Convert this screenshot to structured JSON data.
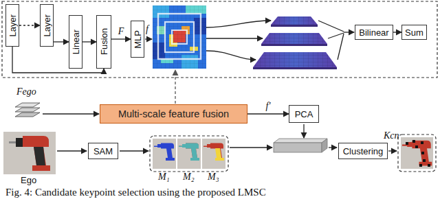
{
  "diagram": {
    "caption": "Fig. 4: Candidate keypoint selection using the proposed LMSC",
    "nodes": [
      {
        "text": [
          "Layer"
        ]
      },
      {
        "text": [
          "Layer"
        ]
      },
      {
        "text": [
          "Linear"
        ]
      },
      {
        "text": [
          "Fusion"
        ]
      },
      {
        "text": [
          "MLP"
        ]
      },
      {
        "text": [
          "Bilinear"
        ]
      },
      {
        "text": [
          "Sum"
        ]
      },
      {
        "text": [
          "Multi-scale feature fusion"
        ]
      },
      {
        "text": [
          "PCA"
        ]
      },
      {
        "text": [
          "SAM"
        ]
      },
      {
        "text": [
          "Clustering"
        ]
      }
    ],
    "edges": [
      {
        "from": 0,
        "to": 1,
        "arrow": "to"
      },
      {
        "from": 1,
        "to": 2,
        "arrow": "to"
      },
      {
        "from": 2,
        "to": 3,
        "arrow": "to"
      },
      {
        "from": 0,
        "to": 3,
        "arrow": "to"
      },
      {
        "from": 3,
        "to": 4,
        "label": "F",
        "arrow": "to"
      },
      {
        "from": 5,
        "to": 6,
        "arrow": "to"
      },
      {
        "from": 7,
        "to": 8,
        "label": "f′",
        "arrow": "to"
      }
    ],
    "labels": [
      "f",
      "Fego",
      "Ego",
      "M₁",
      "M₂",
      "M₃",
      "Kcn"
    ]
  }
}
